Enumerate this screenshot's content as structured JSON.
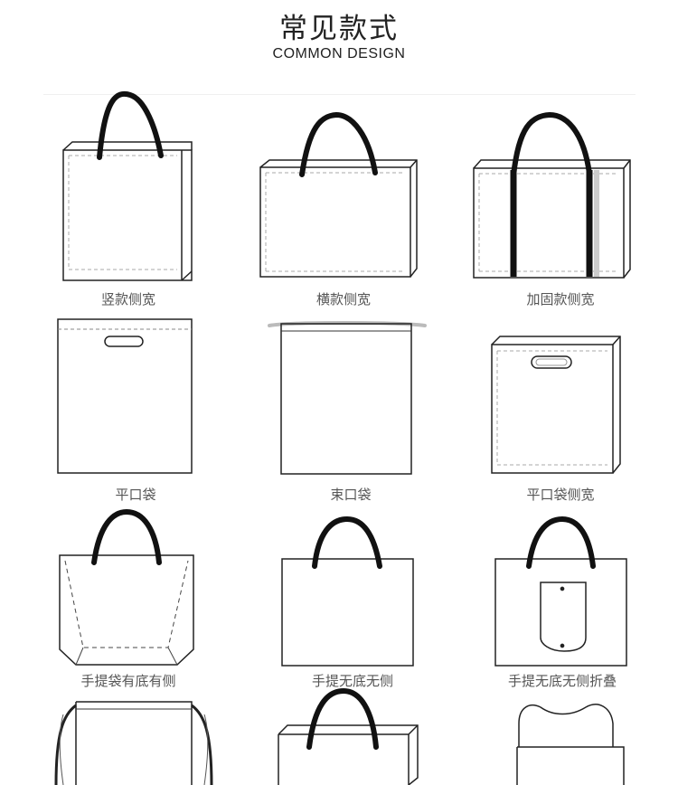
{
  "header": {
    "title": "常见款式",
    "subtitle": "COMMON DESIGN"
  },
  "styles": [
    {
      "label": "竖款侧宽",
      "icon": "tote-bag-vertical-gusset-icon"
    },
    {
      "label": "横款侧宽",
      "icon": "tote-bag-horizontal-gusset-icon"
    },
    {
      "label": "加固款侧宽",
      "icon": "tote-bag-reinforced-gusset-icon"
    },
    {
      "label": "平口袋",
      "icon": "flat-die-cut-bag-icon"
    },
    {
      "label": "束口袋",
      "icon": "drawstring-bag-icon"
    },
    {
      "label": "平口袋侧宽",
      "icon": "die-cut-bag-gusset-icon"
    },
    {
      "label": "手提袋有底有侧",
      "icon": "handbag-with-bottom-and-sides-icon"
    },
    {
      "label": "手提无底无侧",
      "icon": "handbag-no-bottom-no-sides-icon"
    },
    {
      "label": "手提无底无侧折叠",
      "icon": "foldable-handbag-icon"
    },
    {
      "icon": "backpack-drawstring-icon"
    },
    {
      "icon": "gusset-tote-icon"
    },
    {
      "icon": "vest-bag-icon"
    }
  ]
}
